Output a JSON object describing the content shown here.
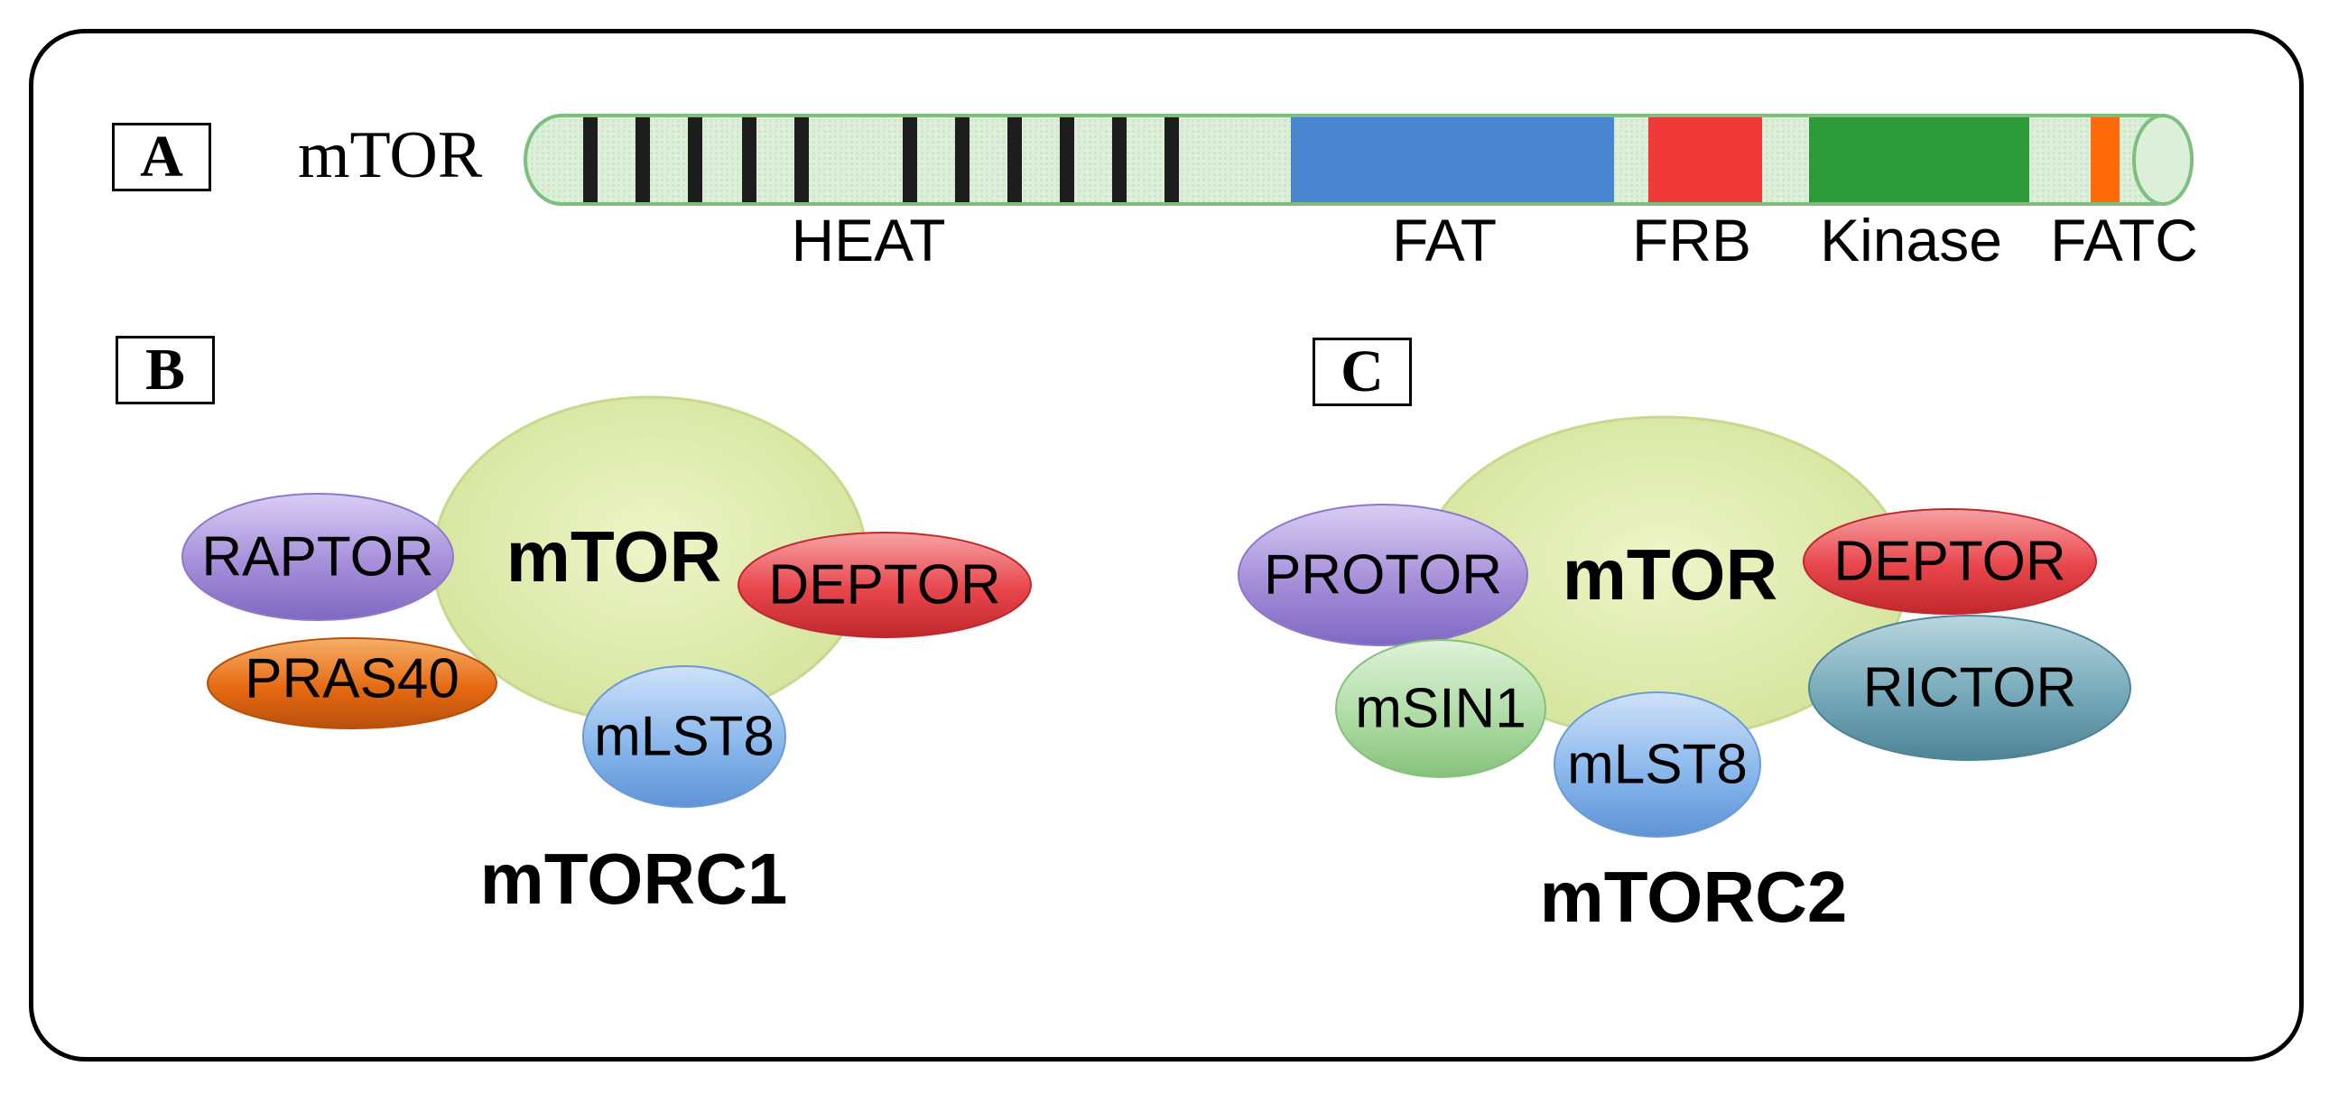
{
  "panel_a": {
    "letter": "A",
    "protein": "mTOR",
    "domains": [
      "HEAT",
      "FAT",
      "FRB",
      "Kinase",
      "FATC"
    ]
  },
  "panel_b": {
    "letter": "B",
    "core": "mTOR",
    "subunits": [
      "RAPTOR",
      "PRAS40",
      "DEPTOR",
      "mLST8"
    ],
    "complex": "mTORC1"
  },
  "panel_c": {
    "letter": "C",
    "core": "mTOR",
    "subunits": [
      "PROTOR",
      "mSIN1",
      "DEPTOR",
      "RICTOR",
      "mLST8"
    ],
    "complex": "mTORC2"
  },
  "colors": {
    "heat_bg": "#dcefd9",
    "heat_stripe": "#1d1d1d",
    "fat": "#4a86cf",
    "frb": "#f03a3a",
    "kinase": "#2e9b3a",
    "fatc": "#ff6a0a",
    "core_ellipse": "#dde9a8",
    "raptor": "#a58fd9",
    "pras40": "#e66a12",
    "deptor": "#e8454b",
    "mlst8": "#7fb1ea",
    "protor": "#a58fd9",
    "msin1": "#a8d9a0",
    "rictor": "#6aa2b4"
  }
}
